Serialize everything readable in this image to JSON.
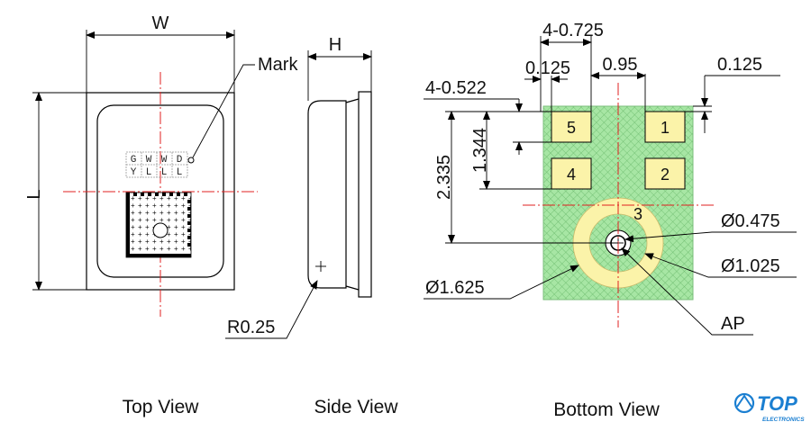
{
  "top_view": {
    "caption": "Top View",
    "width_label": "W",
    "length_label": "L",
    "mark_label": "Mark",
    "marking_row1": [
      "G",
      "W",
      "W",
      "D"
    ],
    "marking_row2": [
      "Y",
      "L",
      "L",
      "L"
    ]
  },
  "side_view": {
    "caption": "Side View",
    "height_label": "H",
    "radius_label": "R0.25"
  },
  "bottom_view": {
    "caption": "Bottom View",
    "pad_numbers": [
      "5",
      "1",
      "4",
      "2",
      "3"
    ],
    "dims": {
      "pad_width": "4-0.725",
      "gap_left": "0.125",
      "pad_spacing": "0.95",
      "gap_right": "0.125",
      "pad_height": "4-0.522",
      "pad_pitch": "1.344",
      "port_offset": "2.335",
      "d_inner": "Ø0.475",
      "d_mid": "Ø1.025",
      "d_outer": "Ø1.625",
      "port_label": "AP"
    }
  },
  "logo": {
    "name": "TOP",
    "subtitle": "ELECTRONICS"
  },
  "colors": {
    "substrate": "#9fe39f",
    "pad": "#fbf3a9",
    "center_line": "#e02020",
    "logo": "#1b7fd1"
  }
}
